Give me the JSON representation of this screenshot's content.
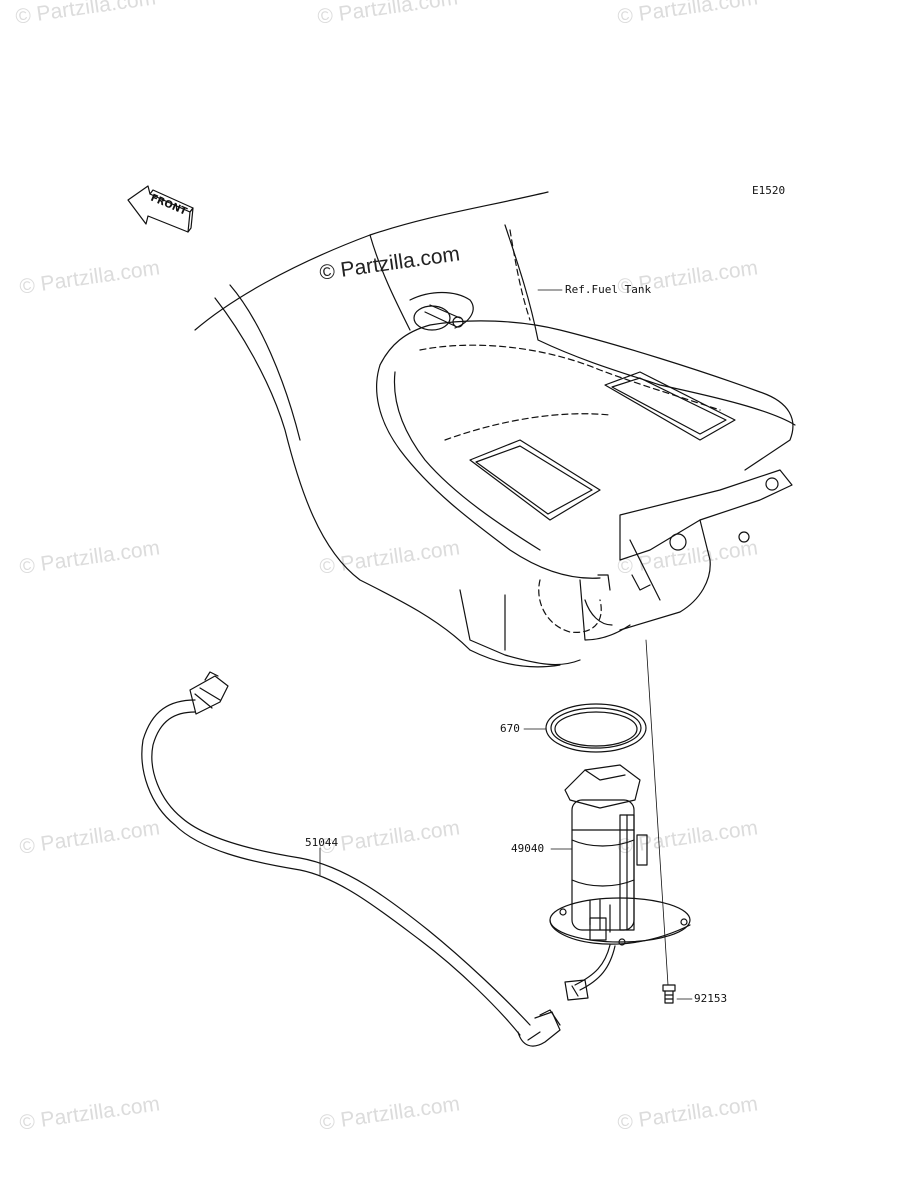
{
  "diagram": {
    "code": "E1520",
    "front_label": "FRONT",
    "ref_label": "Ref.Fuel Tank",
    "parts": {
      "gasket": "670",
      "pump": "49040",
      "hose": "51044",
      "bolt": "92153"
    }
  },
  "watermark": {
    "text": "© Partzilla.com"
  },
  "colors": {
    "line": "#111111",
    "watermark": "#dcdcdc"
  }
}
